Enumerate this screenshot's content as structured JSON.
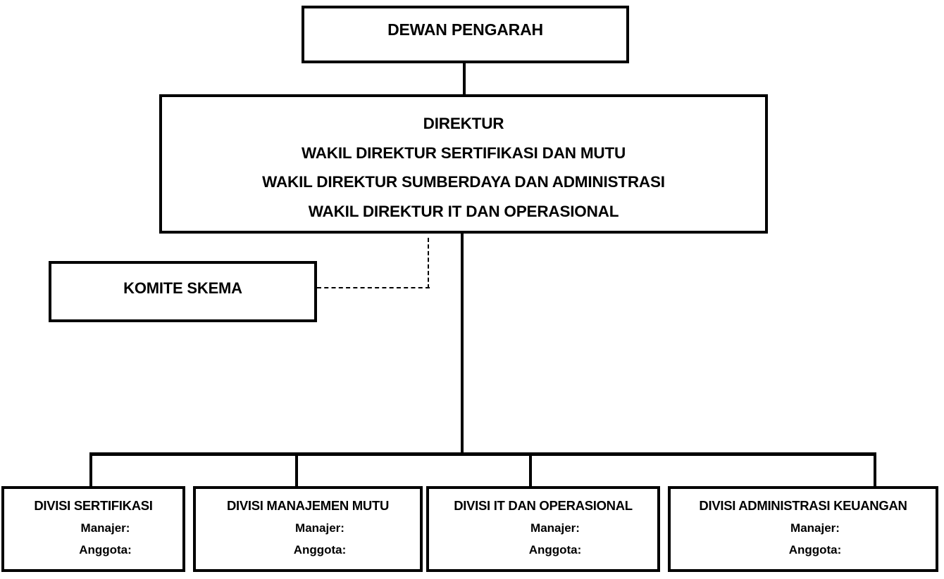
{
  "diagram": {
    "type": "organizational-chart",
    "language": "id",
    "background_color": "#FFFFFF",
    "line_color": "#000000",
    "text_color": "#000000"
  },
  "nodes": {
    "board": {
      "label": "DEWAN PENGARAH"
    },
    "director": {
      "lines": [
        "DIREKTUR",
        "WAKIL DIREKTUR SERTIFIKASI DAN MUTU",
        "WAKIL DIREKTUR SUMBERDAYA DAN ADMINISTRASI",
        "WAKIL DIREKTUR IT DAN OPERASIONAL"
      ]
    },
    "committee": {
      "label": "KOMITE SKEMA"
    }
  },
  "divisions": [
    {
      "title": "DIVISI SERTIFIKASI",
      "manager_label": "Manajer:",
      "manager_value": "",
      "member_label": "Anggota:",
      "member_value": ""
    },
    {
      "title": "DIVISI MANAJEMEN MUTU",
      "manager_label": "Manajer:",
      "manager_value": "",
      "member_label": "Anggota:",
      "member_value": ""
    },
    {
      "title": "DIVISI IT DAN OPERASIONAL",
      "manager_label": "Manajer:",
      "manager_value": "",
      "member_label": "Anggota:",
      "member_value": ""
    },
    {
      "title": "DIVISI ADMINISTRASI KEUANGAN",
      "manager_label": "Manajer:",
      "manager_value": "",
      "member_label": "Anggota:",
      "member_value": ""
    }
  ],
  "connectors": {
    "board_to_director": "solid",
    "director_to_divisions": "solid",
    "committee_to_director": "dash-dot"
  }
}
